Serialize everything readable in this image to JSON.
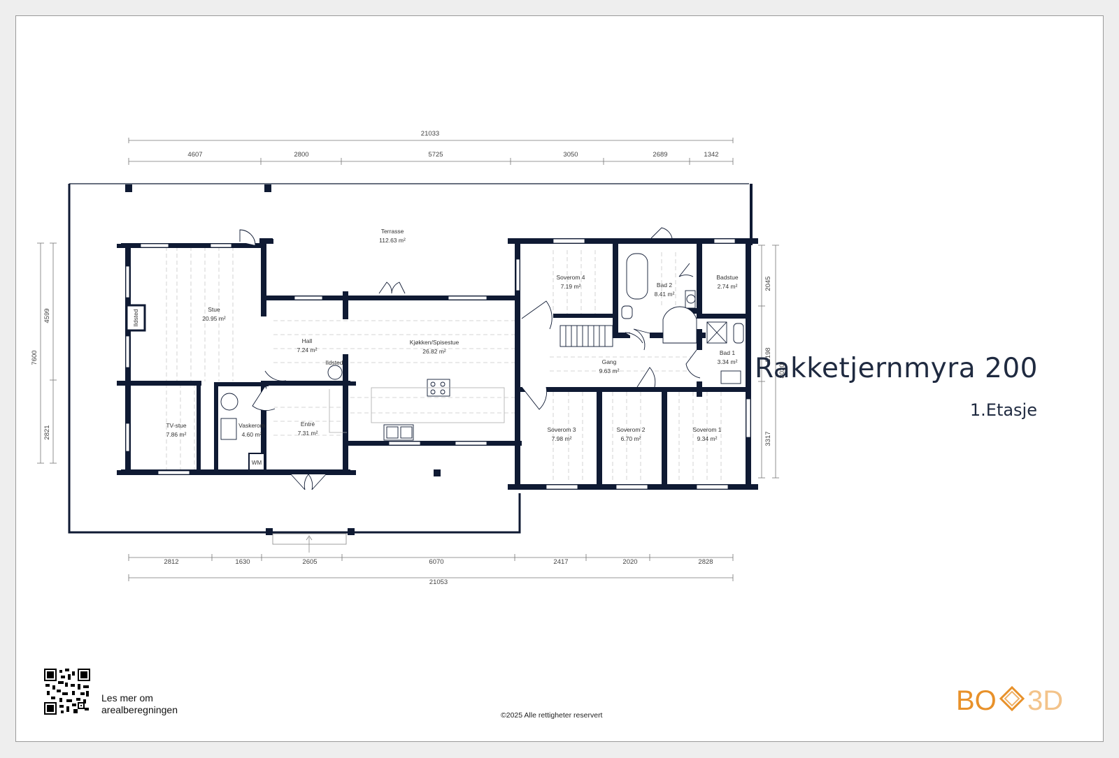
{
  "plan": {
    "title": "Rakketjernmyra 200",
    "floor": "1.Etasje",
    "rooms": [
      {
        "name": "Terrasse",
        "area": "112.63 m²"
      },
      {
        "name": "Stue",
        "area": "20.95 m²"
      },
      {
        "name": "Hall",
        "area": "7.24 m²"
      },
      {
        "name": "Kjøkken/Spisestue",
        "area": "26.82 m²"
      },
      {
        "name": "Soverom 4",
        "area": "7.19 m²"
      },
      {
        "name": "Bad 2",
        "area": "8.41 m²"
      },
      {
        "name": "Badstue",
        "area": "2.74 m²"
      },
      {
        "name": "Gang",
        "area": "9.63 m²"
      },
      {
        "name": "Bad 1",
        "area": "3.34 m²"
      },
      {
        "name": "TV-stue",
        "area": "7.86 m²"
      },
      {
        "name": "Vaskerom",
        "area": "4.60 m²"
      },
      {
        "name": "Entré",
        "area": "7.31 m²"
      },
      {
        "name": "Soverom 3",
        "area": "7.98 m²"
      },
      {
        "name": "Soverom 2",
        "area": "6.70 m²"
      },
      {
        "name": "Soverom 1",
        "area": "9.34 m²"
      }
    ],
    "labels": {
      "fireplace": "Ildsted",
      "washer": "WM"
    },
    "dimensions": {
      "top_total": "21033",
      "top_segments": [
        "4607",
        "2800",
        "5725",
        "3050",
        "2689",
        "1342"
      ],
      "bottom_total": "21053",
      "bottom_segments": [
        "2812",
        "1630",
        "2605",
        "6070",
        "2417",
        "2020",
        "2828"
      ],
      "left_total": "7600",
      "left_segments": [
        "4599",
        "2821"
      ],
      "right_total": "8020",
      "right_segments": [
        "2045",
        "2198",
        "3317"
      ]
    }
  },
  "footer": {
    "qr_text": "Les mer om arealberegningen",
    "copyright": "©2025 Alle rettigheter reservert",
    "brand_left": "BO",
    "brand_right": "3D"
  },
  "colors": {
    "walls": "#0f1a33",
    "brand": "#e8912a",
    "text": "#1f2a40"
  }
}
